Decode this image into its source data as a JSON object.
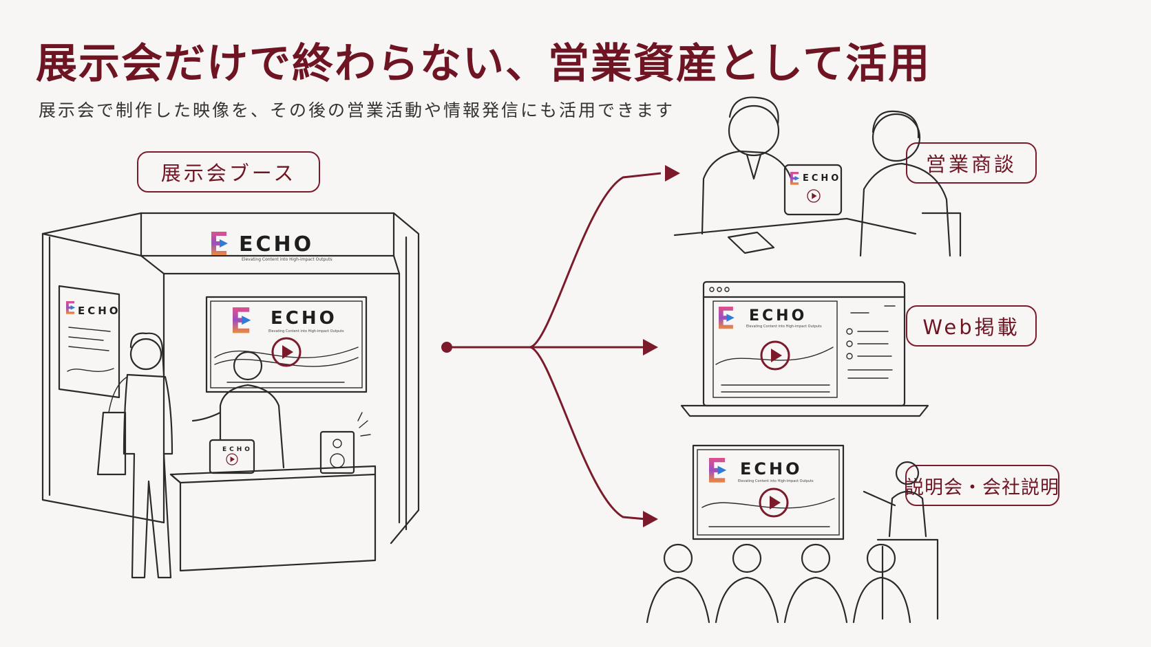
{
  "title": "展示会だけで終わらない、営業資産として活用",
  "subtitle": "展示会で制作した映像を、その後の営業活動や情報発信にも活用できます",
  "source_label": "展示会ブース",
  "targets": [
    {
      "label": "営業商談"
    },
    {
      "label": "Web掲載"
    },
    {
      "label": "説明会・会社説明"
    }
  ],
  "brand": {
    "name": "ECHO",
    "tagline": "Elevating Content into High-impact Outputs",
    "accent_color": "#7a1a2a"
  },
  "icons": [
    "play-icon",
    "arrow-right-icon",
    "speaker-icon"
  ]
}
